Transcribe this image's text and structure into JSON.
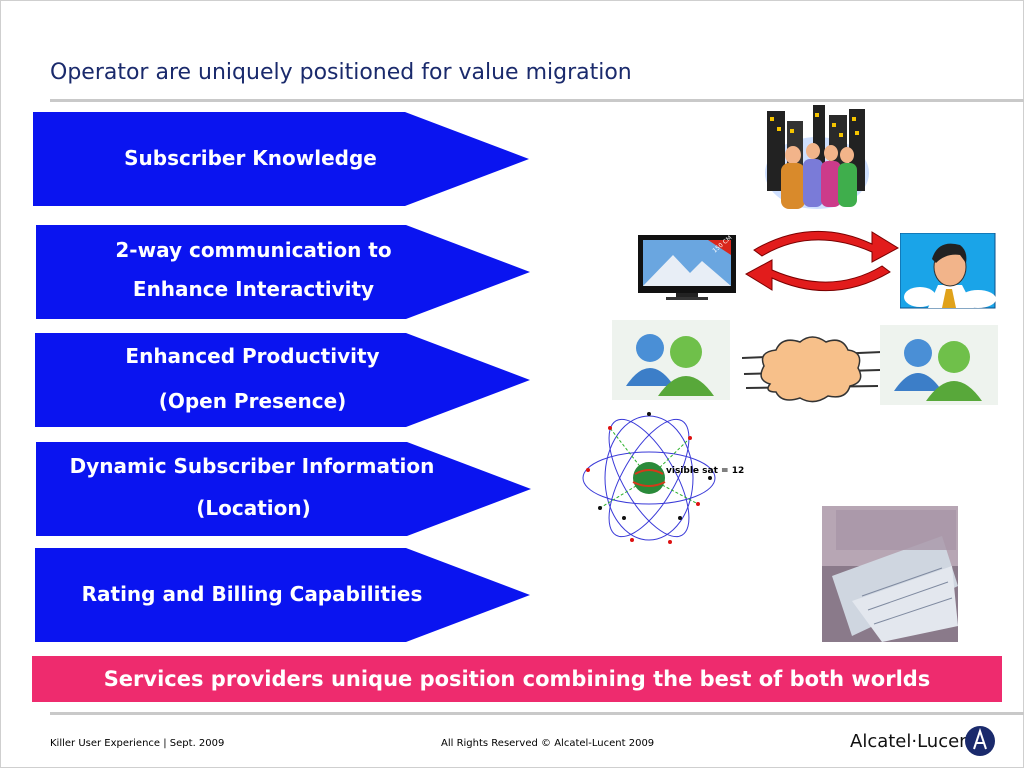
{
  "slide": {
    "title": "Operator are uniquely positioned for value migration",
    "arrows": [
      {
        "line1": "Subscriber Knowledge",
        "line2": ""
      },
      {
        "line1": "2-way communication to",
        "line2": "Enhance Interactivity"
      },
      {
        "line1": "Enhanced Productivity",
        "line2": "(Open Presence)"
      },
      {
        "line1": "Dynamic Subscriber Information",
        "line2": "(Location)"
      },
      {
        "line1": "Rating and Billing Capabilities",
        "line2": ""
      }
    ],
    "banner": "Services providers unique position combining the best of both worlds",
    "tv_badge": "150 CM",
    "gps_label": "visible sat = 12"
  },
  "footer": {
    "left": "Killer User Experience | Sept. 2009",
    "center": "All Rights Reserved © Alcatel-Lucent 2009",
    "logo_text": "Alcatel·Lucent"
  },
  "colors": {
    "arrow_blue": "#0a14f0",
    "banner_pink": "#ee2b6e",
    "title_blue": "#1a2a6c"
  },
  "icons": [
    "city-people-clipart",
    "tv-icon",
    "exchange-arrows-icon",
    "man-portrait-clipart",
    "users-icon",
    "cloud-icon",
    "gps-orbit-diagram",
    "euro-banknotes-photo",
    "alcatel-lucent-logo"
  ]
}
